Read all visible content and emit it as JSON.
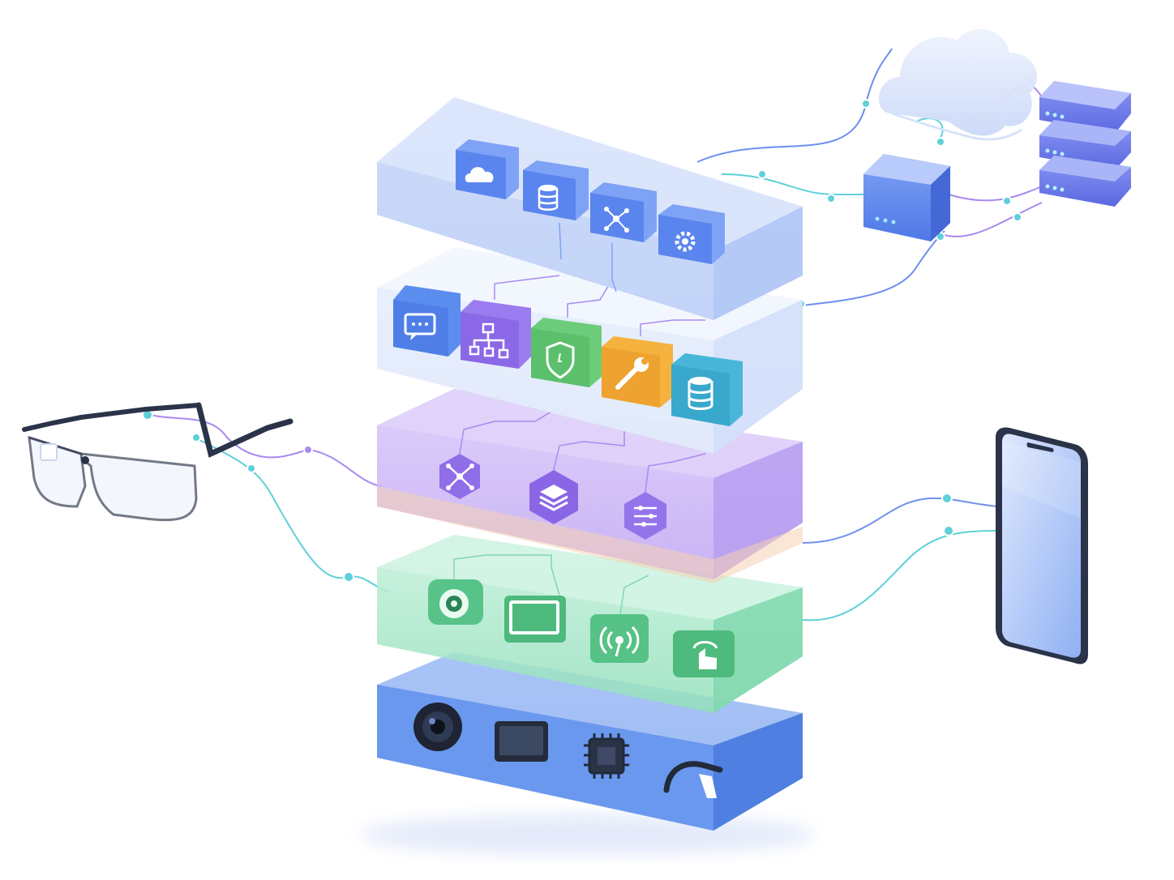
{
  "diagram": {
    "layers": [
      {
        "id": "cloud-services",
        "color": "#a9c2f7",
        "icons": [
          "cloud-icon",
          "database-icon",
          "network-icon",
          "gear-icon"
        ]
      },
      {
        "id": "app-services",
        "color": "#dbe6fb",
        "icons": [
          "chat-icon",
          "hierarchy-icon",
          "shield-icon",
          "wrench-icon",
          "database-icon"
        ]
      },
      {
        "id": "middleware",
        "color": "#c7b2f5",
        "icons": [
          "network-icon",
          "layers-icon",
          "sliders-icon"
        ]
      },
      {
        "id": "device-interfaces",
        "color": "#9fe3c4",
        "icons": [
          "camera-icon",
          "display-icon",
          "wireless-icon",
          "touch-icon"
        ]
      },
      {
        "id": "hardware",
        "color": "#5f95ec",
        "icons": [
          "camera-lens-icon",
          "screen-icon",
          "chip-icon",
          "temple-arm-icon"
        ]
      }
    ],
    "peripherals": [
      "smart-glasses",
      "smartphone",
      "cloud",
      "server-cube",
      "server-stack"
    ],
    "colors": {
      "blue": "#5b8def",
      "purple": "#9b7cf0",
      "green": "#5cc78a",
      "orange": "#f5ae3e",
      "teal": "#3fb3d6",
      "line_teal": "#5fd0d8",
      "line_purple": "#a98af0"
    }
  }
}
